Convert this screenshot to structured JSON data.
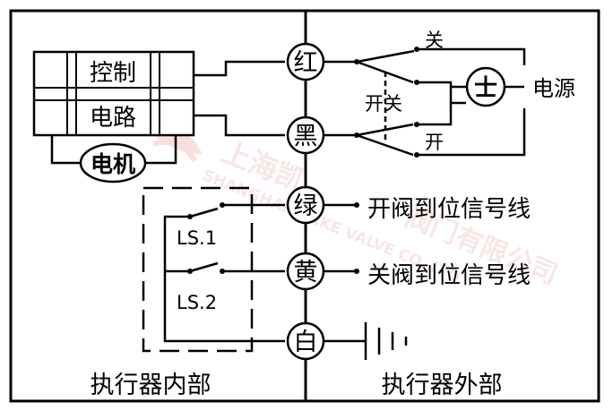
{
  "watermark": {
    "text_cn": "上海凯",
    "text_cn_tail": "阀门有限公司",
    "text_en": "SHANGHAI KAIKE VALVE CO.,LTD"
  },
  "inside": {
    "control_line1": "控制",
    "control_line2": "电路",
    "motor": "电机",
    "ls1": "LS.1",
    "ls2": "LS.2",
    "section_label": "执行器内部"
  },
  "terminals": {
    "red": "红",
    "black": "黑",
    "green": "绿",
    "yellow": "黄",
    "white": "白"
  },
  "outside": {
    "close_label": "关",
    "open_label": "开",
    "switch_label": "开关",
    "power_label": "电源",
    "power_symbol": "士",
    "open_signal": "开阀到位信号线",
    "close_signal": "关阀到位信号线",
    "section_label": "执行器外部"
  }
}
